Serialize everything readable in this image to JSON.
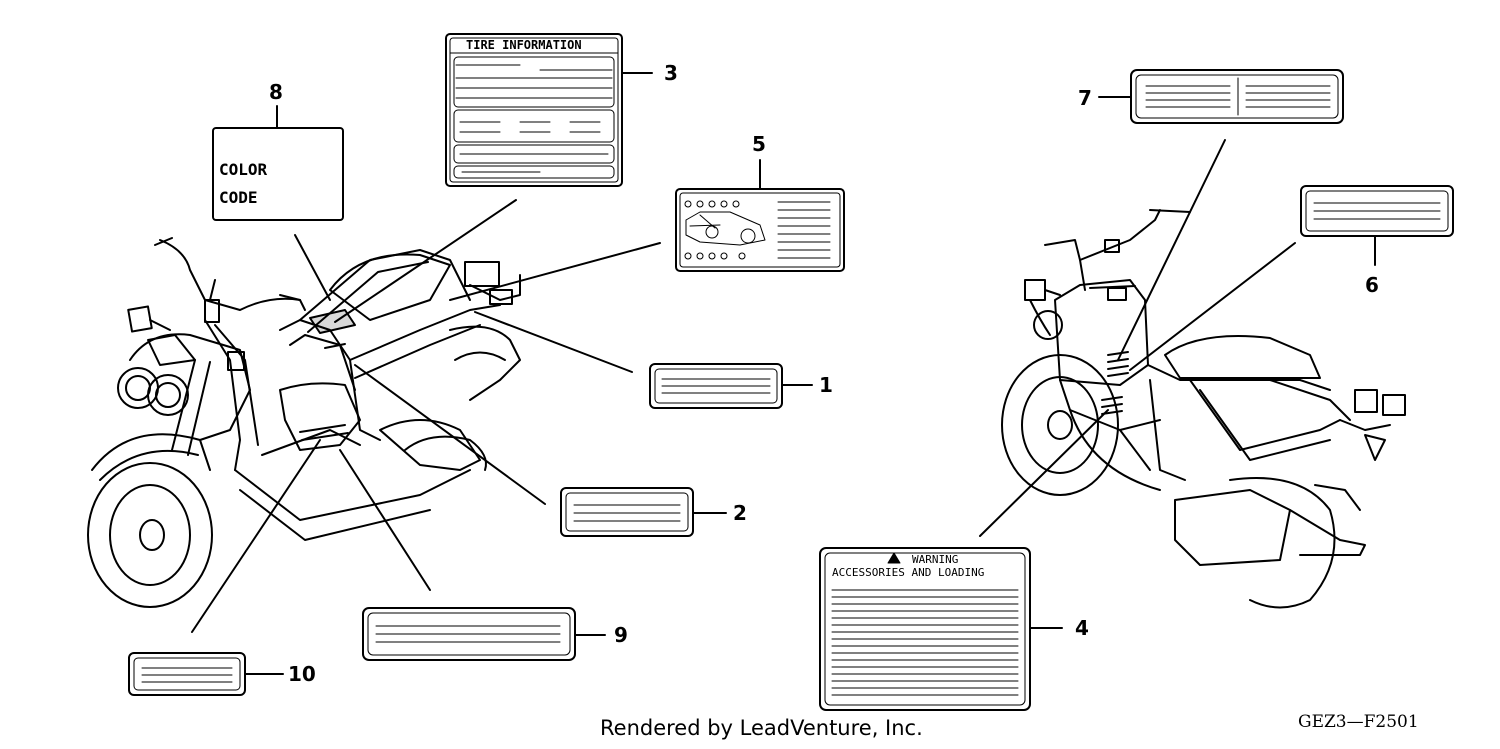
{
  "callouts": [
    "1",
    "2",
    "3",
    "4",
    "5",
    "6",
    "7",
    "8",
    "9",
    "10"
  ],
  "labels": {
    "tire_information": "TIRE INFORMATION",
    "color_code_line1": "COLOR",
    "color_code_line2": "CODE",
    "warning_title": "WARNING",
    "warning_subtitle": "ACCESSORIES AND LOADING"
  },
  "footer": {
    "credit": "Rendered by LeadVenture, Inc.",
    "diagram_code": "GEZ3—F2501"
  },
  "colors": {
    "ink": "#000000",
    "paper": "#ffffff"
  }
}
